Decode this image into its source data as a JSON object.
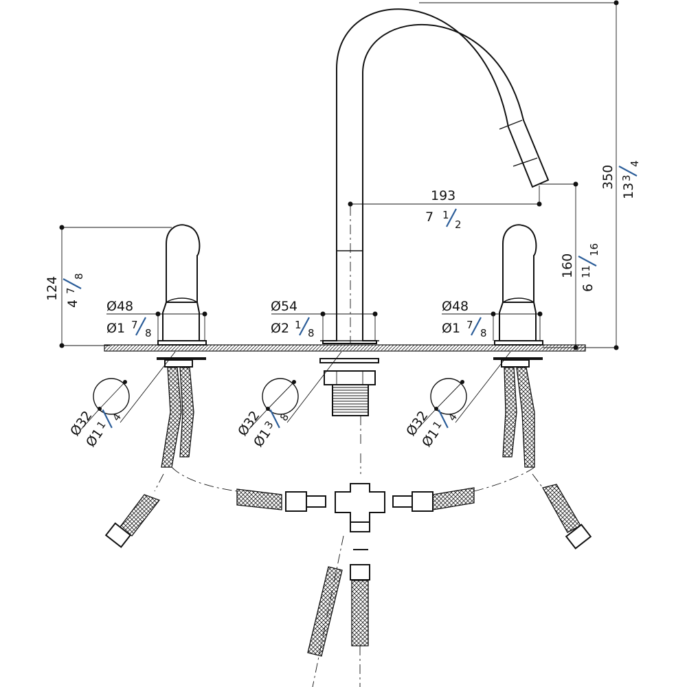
{
  "dimensions": {
    "total_height": {
      "mm": "350",
      "in_whole": "13",
      "in_num": "3",
      "in_den": "4"
    },
    "spout_reach": {
      "mm": "193",
      "in_whole": "7",
      "in_num": "1",
      "in_den": "2"
    },
    "spout_outlet_height": {
      "mm": "160",
      "in_whole": "6",
      "in_num": "11",
      "in_den": "16"
    },
    "handle_height": {
      "mm": "124",
      "in_whole": "4",
      "in_num": "7",
      "in_den": "8"
    },
    "left_handle_base": {
      "mm": "Ø48",
      "in_whole": "Ø1",
      "in_num": "7",
      "in_den": "8"
    },
    "spout_base": {
      "mm": "Ø54",
      "in_whole": "Ø2",
      "in_num": "1",
      "in_den": "8"
    },
    "right_handle_base": {
      "mm": "Ø48",
      "in_whole": "Ø1",
      "in_num": "7",
      "in_den": "8"
    },
    "left_hole": {
      "mm": "Ø32",
      "in_whole": "Ø1",
      "in_num": "1",
      "in_den": "4"
    },
    "center_hole": {
      "mm": "Ø32",
      "in_whole": "Ø1",
      "in_num": "3",
      "in_den": "8"
    },
    "right_hole": {
      "mm": "Ø32",
      "in_whole": "Ø1",
      "in_num": "1",
      "in_den": "4"
    }
  },
  "colors": {
    "line": "#111111",
    "fraction_slash": "#2b5d99",
    "background": "#ffffff"
  }
}
